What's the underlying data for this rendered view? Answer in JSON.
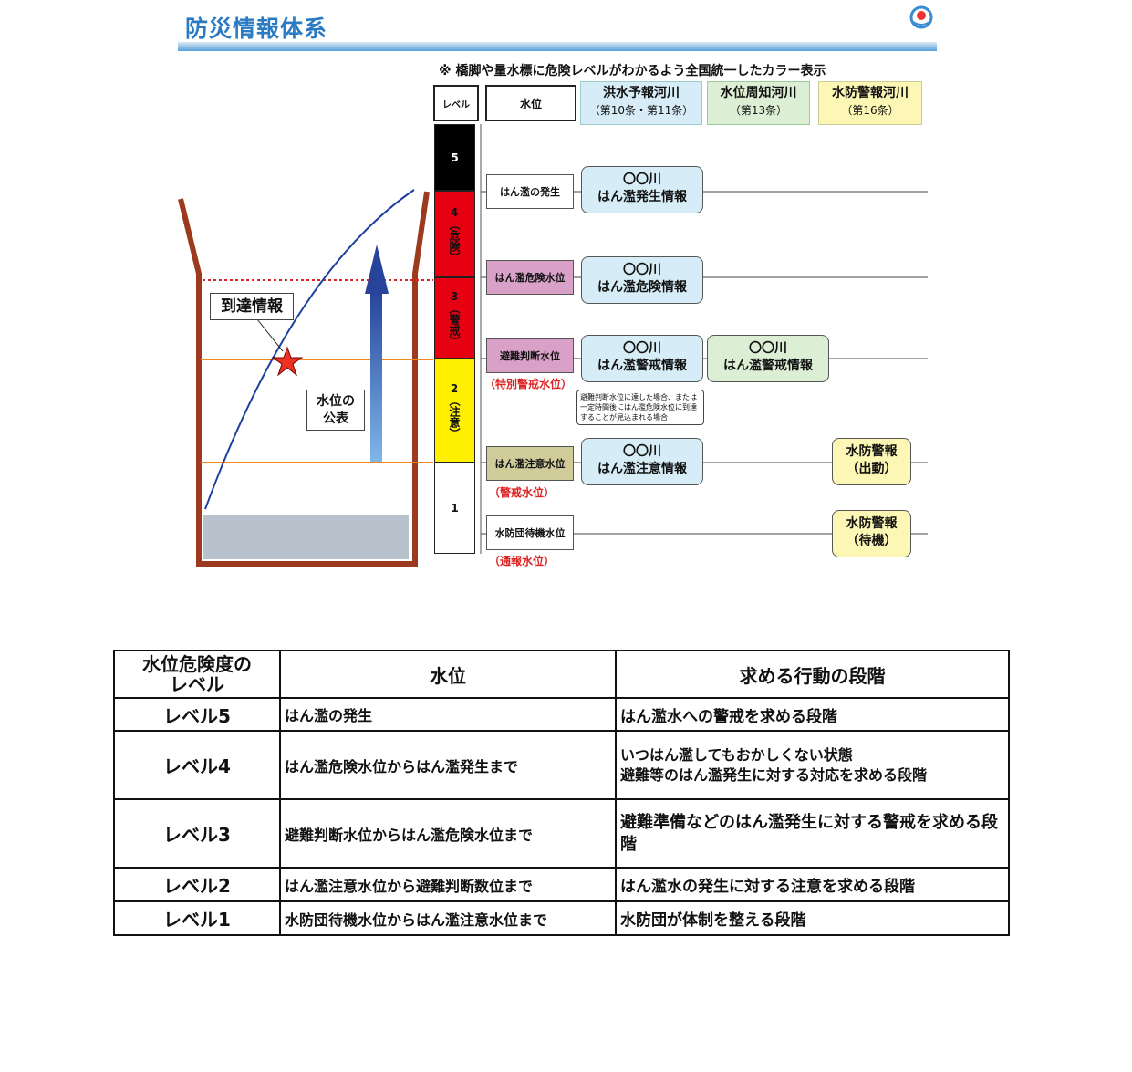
{
  "header": {
    "title": "防災情報体系",
    "note": "※ 橋脚や量水標に危険レベルがわかるよう全国統一したカラー表示"
  },
  "columns": {
    "level_header": "レベル",
    "water_header": "水位",
    "cat1": {
      "title": "洪水予報河川",
      "sub": "（第10条・第11条）"
    },
    "cat2": {
      "title": "水位周知河川",
      "sub": "（第13条）"
    },
    "cat3": {
      "title": "水防警報河川",
      "sub": "（第16条）"
    }
  },
  "levels": [
    {
      "num": "5",
      "label": "5",
      "color": "#000000",
      "text_color": "#ffffff"
    },
    {
      "num": "4",
      "label": "4（危険）",
      "color": "#e60012",
      "text_color": "#111111"
    },
    {
      "num": "3",
      "label": "3（警戒）",
      "color": "#e60012",
      "text_color": "#111111"
    },
    {
      "num": "2",
      "label": "2（注意）",
      "color": "#fff000",
      "text_color": "#111111"
    },
    {
      "num": "1",
      "label": "1",
      "color": "#ffffff",
      "text_color": "#111111"
    }
  ],
  "water_levels": [
    {
      "label": "はん濫の発生",
      "bg": "#ffffff"
    },
    {
      "label": "はん濫危険水位",
      "bg": "#d9a0c8"
    },
    {
      "label": "避難判断水位",
      "bg": "#d9a0c8"
    },
    {
      "label": "はん濫注意水位",
      "bg": "#cfcc9a"
    },
    {
      "label": "水防団待機水位",
      "bg": "#ffffff"
    }
  ],
  "sub_labels": {
    "special": "（特別警戒水位）",
    "warning": "（警戒水位）",
    "notice": "（通報水位）"
  },
  "info": {
    "river": "〇〇川",
    "flood_occur": "はん濫発生情報",
    "flood_danger": "はん濫危険情報",
    "flood_warn": "はん濫警戒情報",
    "flood_caution": "はん濫注意情報",
    "note": "避難判断水位に達した場合、または一定時間後にはん濫危険水位に到達することが見込まれる場合",
    "suibo1": "水防警報",
    "suibo1_sub": "（出動）",
    "suibo2": "水防警報",
    "suibo2_sub": "（待機）"
  },
  "diagram": {
    "arrival": "到達情報",
    "announce": "水位の公表"
  },
  "table": {
    "headers": [
      "水位危険度のレベル",
      "水位",
      "求める行動の段階"
    ],
    "rows": [
      {
        "level": "レベル5",
        "water": "はん濫の発生",
        "action": "はん濫水への警戒を求める段階"
      },
      {
        "level": "レベル4",
        "water": "はん濫危険水位からはん濫発生まで",
        "action": "いつはん濫してもおかしくない状態\n避難等のはん濫発生に対する対応を求める段階"
      },
      {
        "level": "レベル3",
        "water": "避難判断水位からはん濫危険水位まで",
        "action": "避難準備などのはん濫発生に対する警戒を求める段階"
      },
      {
        "level": "レベル2",
        "water": "はん濫注意水位から避難判断数位まで",
        "action": "はん濫水の発生に対する注意を求める段階"
      },
      {
        "level": "レベル1",
        "water": "水防団待機水位からはん濫注意水位まで",
        "action": "水防団が体制を整える段階"
      }
    ]
  }
}
